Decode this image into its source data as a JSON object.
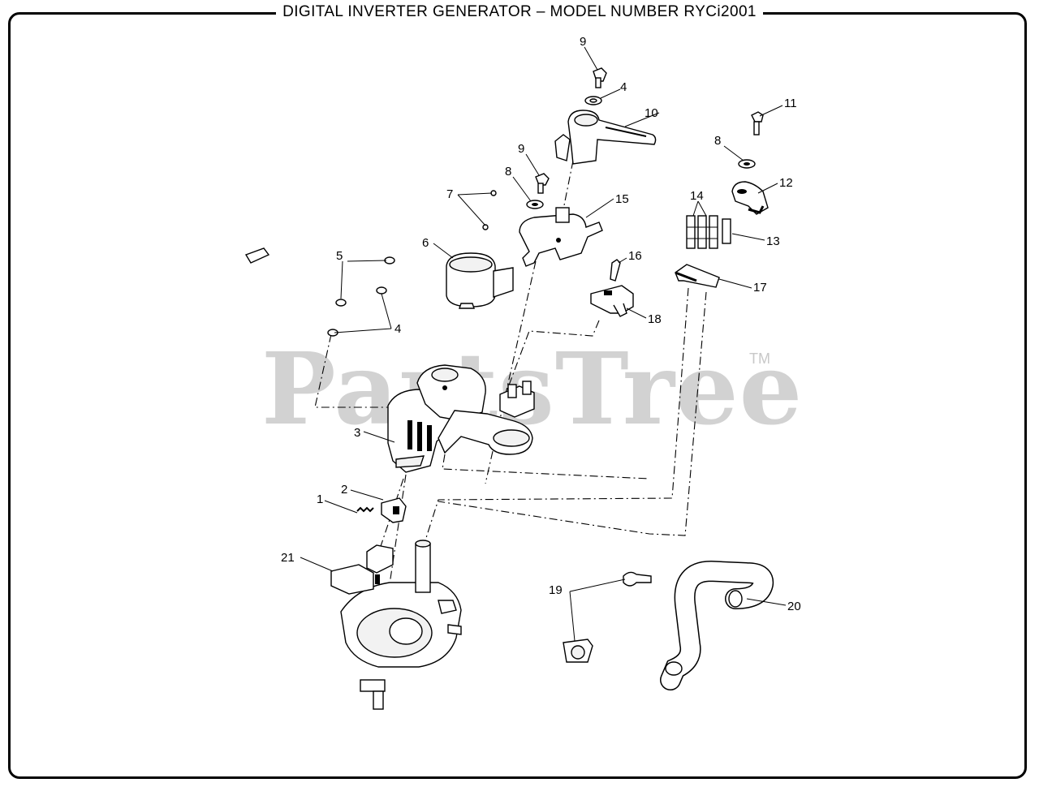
{
  "title": "DIGITAL INVERTER GENERATOR – MODEL NUMBER RYCi2001",
  "watermark": "PartsTree",
  "watermark_tm": "TM",
  "callouts": [
    "1",
    "2",
    "3",
    "4",
    "4",
    "5",
    "6",
    "7",
    "8",
    "8",
    "9",
    "9",
    "10",
    "11",
    "12",
    "13",
    "14",
    "15",
    "16",
    "17",
    "18",
    "19",
    "20",
    "21"
  ]
}
